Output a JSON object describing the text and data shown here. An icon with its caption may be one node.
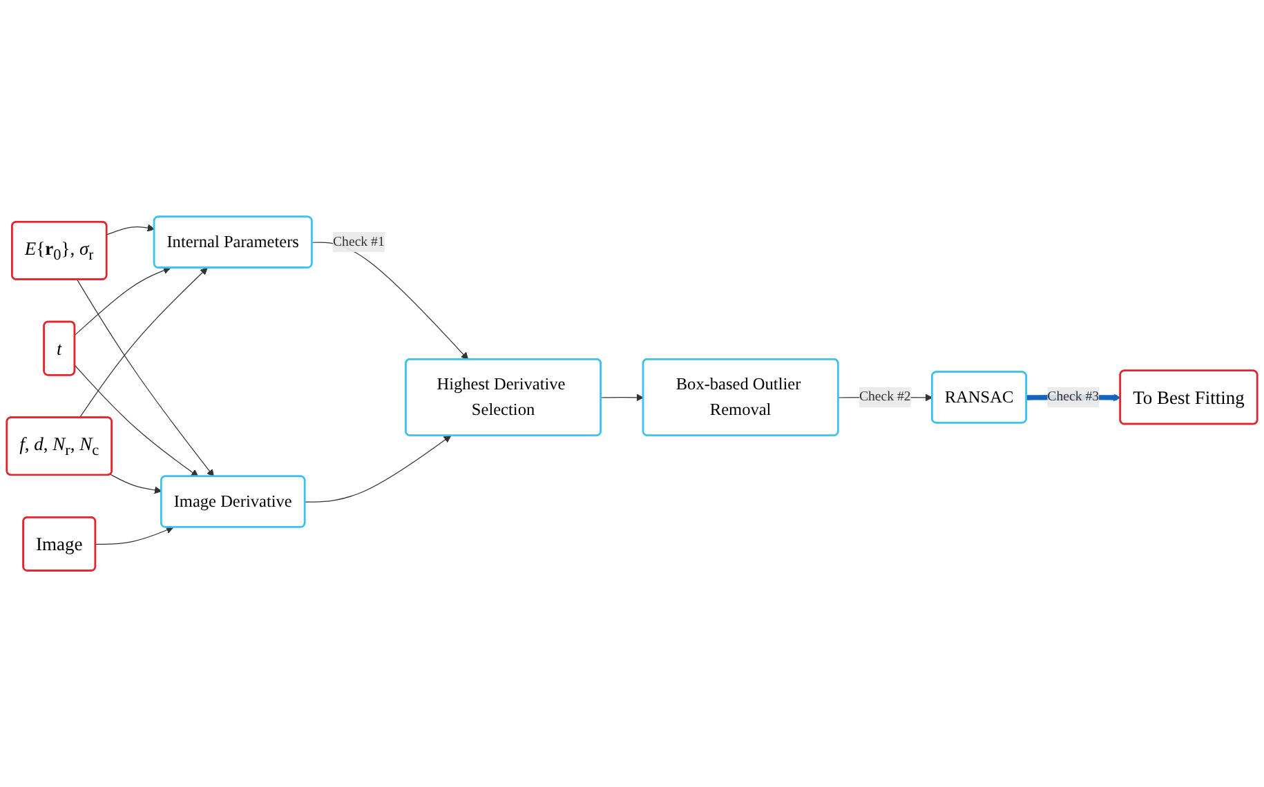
{
  "diagram": {
    "nodes": [
      {
        "text": [
          "*E*{**r**$_{0}$}, *σ*$_{r}$"
        ]
      },
      {
        "text": [
          "*t*"
        ]
      },
      {
        "text": [
          "*f*, *d*, *N*$_{r}$, *N*$_{c}$"
        ]
      },
      {
        "text": [
          "Image"
        ]
      },
      {
        "text": [
          "Internal Parameters"
        ]
      },
      {
        "text": [
          "Image Derivative"
        ]
      },
      {
        "text": [
          "Highest Derivative Selection"
        ]
      },
      {
        "text": [
          "Box-based Outlier Removal"
        ]
      },
      {
        "text": [
          "RANSAC"
        ]
      },
      {
        "text": [
          "To Best Fitting"
        ]
      }
    ],
    "edges": [
      {
        "from": 0,
        "to": 4,
        "arrow": "to"
      },
      {
        "from": 0,
        "to": 5,
        "arrow": "to"
      },
      {
        "from": 1,
        "to": 4,
        "arrow": "to"
      },
      {
        "from": 1,
        "to": 5,
        "arrow": "to"
      },
      {
        "from": 2,
        "to": 4,
        "arrow": "to"
      },
      {
        "from": 2,
        "to": 5,
        "arrow": "to"
      },
      {
        "from": 3,
        "to": 5,
        "arrow": "to"
      },
      {
        "from": 4,
        "to": 6,
        "arrow": "to",
        "label": "Check #1"
      },
      {
        "from": 5,
        "to": 6,
        "arrow": "to"
      },
      {
        "from": 6,
        "to": 7,
        "arrow": "to"
      },
      {
        "from": 7,
        "to": 8,
        "arrow": "to",
        "label": "Check #2"
      },
      {
        "from": 8,
        "to": 9,
        "arrow": "to",
        "label": "Check #3",
        "style": "thick",
        "color": "#1565c0"
      }
    ]
  }
}
